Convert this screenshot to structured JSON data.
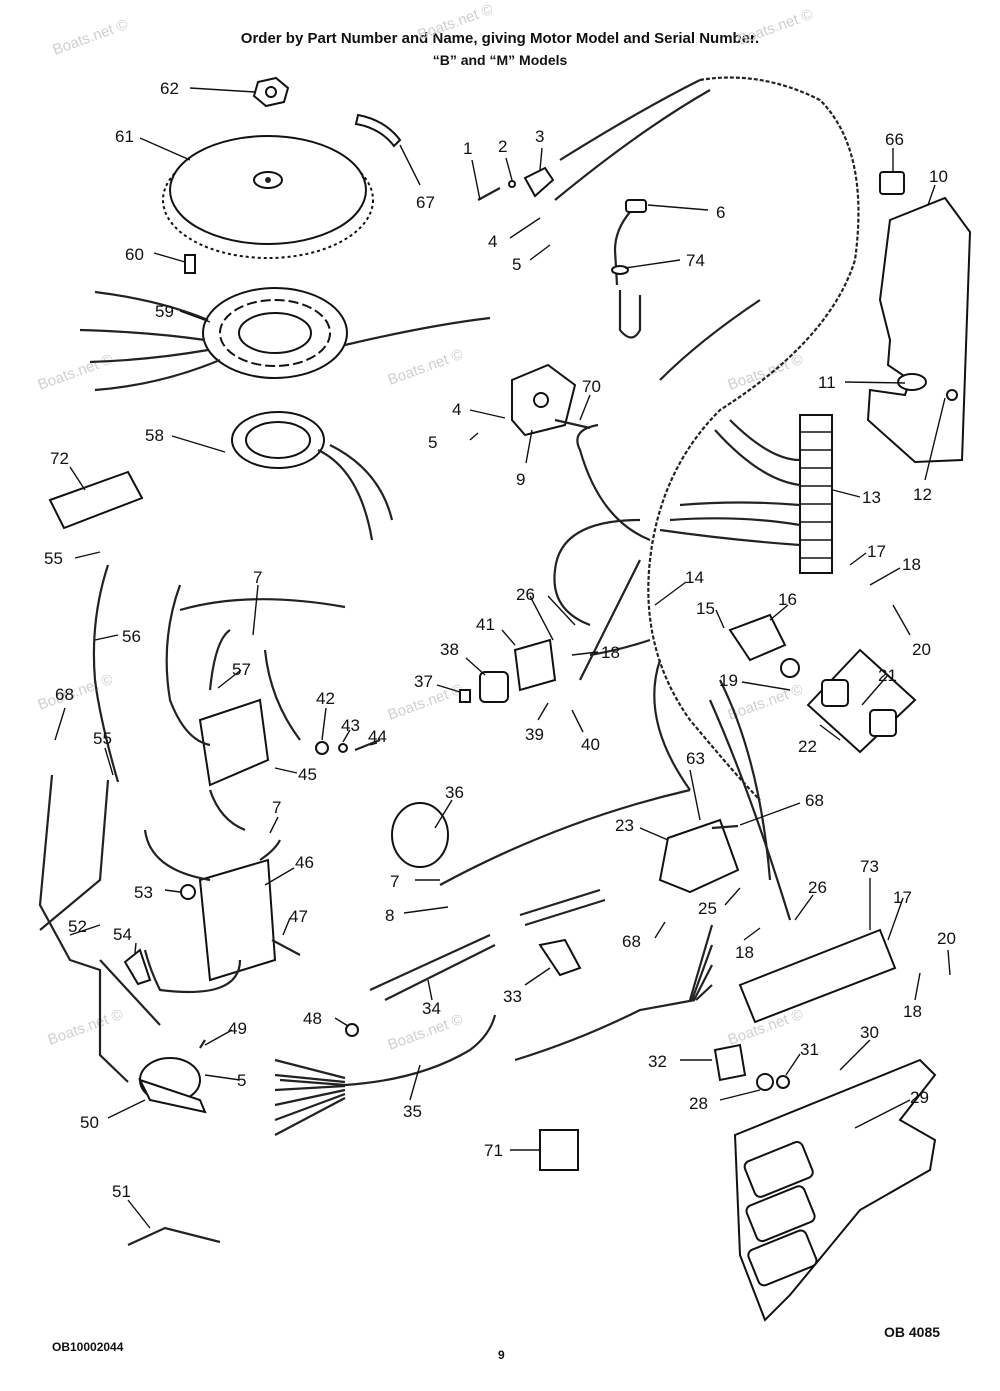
{
  "header": {
    "line1": "Order by Part Number and Name, giving Motor Model and Serial Number.",
    "line2": "“B” and “M” Models"
  },
  "footer": {
    "left_code": "OB10002044",
    "page_number": "9",
    "right_code": "OB 4085"
  },
  "watermark": "Boats.net ©",
  "callouts": [
    "62",
    "61",
    "67",
    "1",
    "2",
    "3",
    "66",
    "10",
    "4",
    "6",
    "60",
    "5",
    "74",
    "59",
    "11",
    "12",
    "70",
    "4",
    "5",
    "9",
    "58",
    "72",
    "13",
    "55",
    "7",
    "17",
    "18",
    "14",
    "15",
    "16",
    "20",
    "26",
    "56",
    "41",
    "18",
    "57",
    "38",
    "37",
    "68",
    "19",
    "21",
    "42",
    "43",
    "44",
    "55",
    "39",
    "40",
    "45",
    "22",
    "36",
    "63",
    "68",
    "7",
    "23",
    "46",
    "53",
    "7",
    "26",
    "47",
    "8",
    "25",
    "73",
    "17",
    "20",
    "54",
    "52",
    "68",
    "18",
    "18",
    "33",
    "34",
    "49",
    "48",
    "30",
    "32",
    "31",
    "5",
    "50",
    "35",
    "29",
    "28",
    "71",
    "51"
  ]
}
